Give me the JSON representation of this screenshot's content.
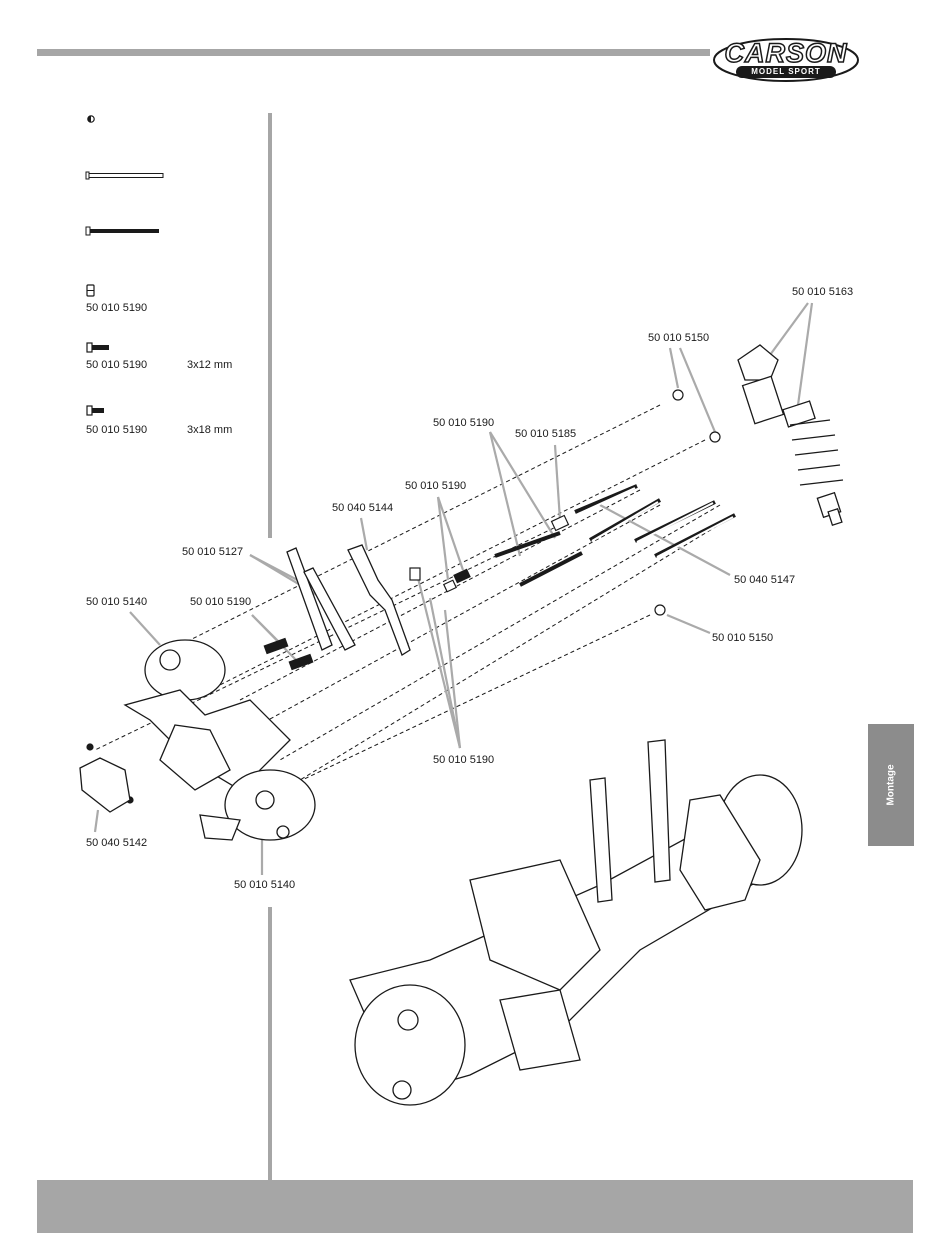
{
  "brand": {
    "name": "CARSON",
    "tagline": "MODEL SPORT"
  },
  "side_tab": {
    "label": "Montage"
  },
  "parts_list": [
    {
      "icon": "ball-icon",
      "part_no": "",
      "size": ""
    },
    {
      "icon": "pin-icon",
      "part_no": "",
      "size": ""
    },
    {
      "icon": "long-screw-icon",
      "part_no": "",
      "size": ""
    },
    {
      "icon": "nut-icon",
      "part_no": "50 010 5190",
      "size": ""
    },
    {
      "icon": "screw-icon",
      "part_no": "50 010 5190",
      "size": "3x12 mm"
    },
    {
      "icon": "screw-icon",
      "part_no": "50 010 5190",
      "size": "3x18 mm"
    }
  ],
  "callouts": {
    "c5163": "50 010 5163",
    "c5150_top": "50 010 5150",
    "c5190_a": "50 010 5190",
    "c5185": "50 010 5185",
    "c5190_b": "50 010 5190",
    "c5144": "50 040 5144",
    "c5127": "50 010 5127",
    "c5140_top": "50 010 5140",
    "c5190_c": "50 010 5190",
    "c5147": "50 040 5147",
    "c5150_bottom": "50 010 5150",
    "c5190_d": "50 010 5190",
    "c5142": "50 040 5142",
    "c5140_bottom": "50 010 5140"
  }
}
